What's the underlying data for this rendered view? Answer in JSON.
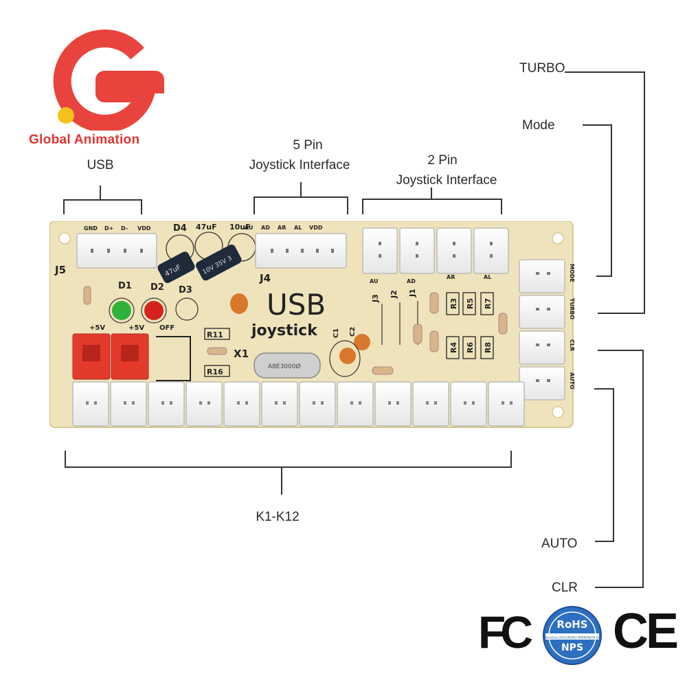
{
  "logo": {
    "name": "Global Animation",
    "color": "#e8433c",
    "dot_color": "#f4c21c"
  },
  "labels": {
    "usb": "USB",
    "five_pin_line1": "5 Pin",
    "five_pin_line2": "Joystick Interface",
    "two_pin_line1": "2 Pin",
    "two_pin_line2": "Joystick Interface",
    "turbo": "TURBO",
    "mode": "Mode",
    "k1_k12": "K1-K12",
    "auto": "AUTO",
    "clr": "CLR"
  },
  "board": {
    "color": "#efe3bb",
    "title": "USB",
    "subtitle": "joystick",
    "usb_header": [
      "GND",
      "D+",
      "D-",
      "VDD"
    ],
    "joy_header": [
      "AU",
      "AD",
      "AR",
      "AL",
      "VDD"
    ],
    "row2_labels": [
      "AU",
      "AD",
      "AR",
      "AL"
    ],
    "j5": "J5",
    "j4": "J4",
    "d1": "D1",
    "d2": "D2",
    "d3": "D3",
    "d4": "D4",
    "cap47": "47uF",
    "cap10": "10uF",
    "cap_body1": "47uF",
    "cap_body2": "10V 35V 3",
    "plus5v_1": "+5V",
    "plus5v_2": "+5V",
    "off": "OFF",
    "r11": "R11",
    "r16": "R16",
    "x1": "X1",
    "crystal": "A8E3000Ø",
    "c1": "C1",
    "c2": "C2",
    "jumpers": [
      "J3",
      "J2",
      "J1"
    ],
    "res_top": [
      "R3",
      "R5",
      "R7"
    ],
    "res_bot": [
      "R4",
      "R6",
      "R8"
    ],
    "side_labels": [
      "MODE",
      "TURBO",
      "CLR",
      "AUTO"
    ],
    "led_green": "#2fb23a",
    "led_red": "#d5221c",
    "power_red": "#e33a2c"
  },
  "certs": {
    "fc": "FC",
    "rohs_top": "RoHS",
    "rohs_mid": "Directive 2011/65/EU WWW.RoHS.Sa",
    "rohs_bottom": "NPS",
    "ce": "CE",
    "rohs_color": "#2d6fc1"
  }
}
